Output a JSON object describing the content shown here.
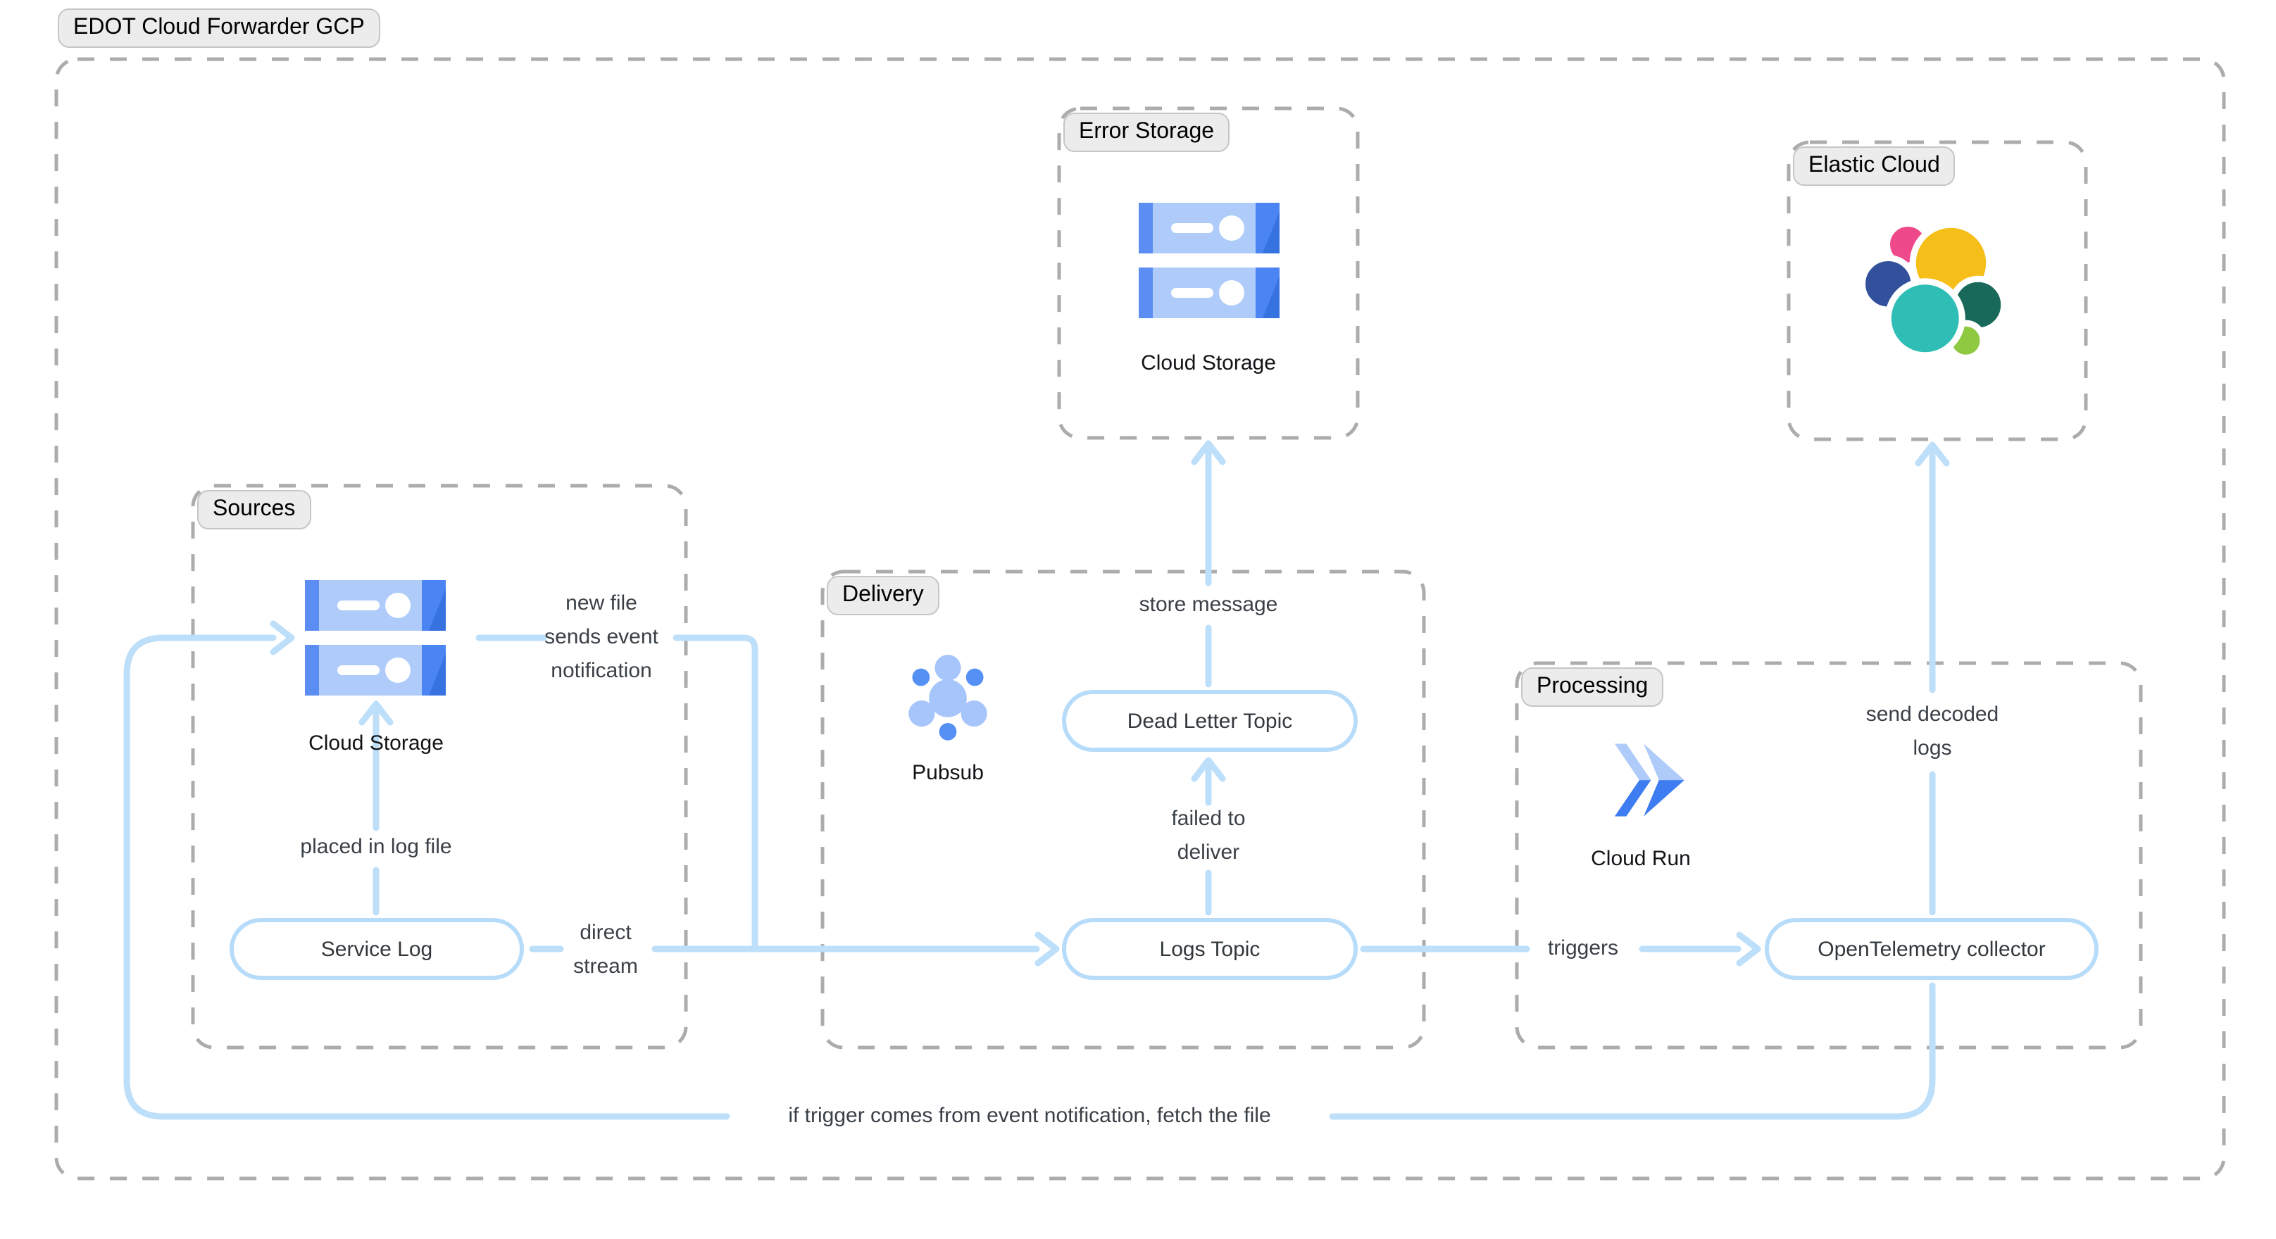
{
  "title": "EDOT Cloud Forwarder GCP",
  "groups": {
    "sources": {
      "label": "Sources"
    },
    "delivery": {
      "label": "Delivery"
    },
    "processing": {
      "label": "Processing"
    },
    "error_storage": {
      "label": "Error Storage"
    },
    "elastic_cloud": {
      "label": "Elastic Cloud"
    }
  },
  "nodes": {
    "service_log": {
      "label": "Service Log"
    },
    "logs_topic": {
      "label": "Logs Topic"
    },
    "dead_letter_topic": {
      "label": "Dead Letter Topic"
    },
    "otel_collector": {
      "label": "OpenTelemetry collector"
    },
    "sources_cloud_storage": {
      "label": "Cloud Storage"
    },
    "error_cloud_storage": {
      "label": "Cloud Storage"
    },
    "pubsub": {
      "label": "Pubsub"
    },
    "cloud_run": {
      "label": "Cloud Run"
    }
  },
  "edges": {
    "placed_in_log_file": {
      "lines": [
        "placed in log file"
      ]
    },
    "new_file_notification": {
      "lines": [
        "new file",
        "sends event",
        "notification"
      ]
    },
    "direct_stream": {
      "lines": [
        "direct",
        "stream"
      ]
    },
    "store_message": {
      "lines": [
        "store message"
      ]
    },
    "failed_to_deliver": {
      "lines": [
        "failed to",
        "deliver"
      ]
    },
    "triggers": {
      "lines": [
        "triggers"
      ]
    },
    "send_decoded_logs": {
      "lines": [
        "send decoded",
        "logs"
      ]
    },
    "fetch_file": {
      "lines": [
        "if trigger comes from event notification, fetch the file"
      ]
    }
  },
  "colors": {
    "connector_blue": "#bddffa",
    "node_border_blue": "#b7dcfa",
    "dashed_box_gray": "#acacac",
    "label_pill_bg": "#ececec",
    "gcp_blue": "#4285f4",
    "gcp_blue_light": "#aecbfa",
    "gcp_blue_medium": "#5b8df3",
    "elastic_yellow": "#f6be19",
    "elastic_pink": "#ee4a8b",
    "elastic_navy": "#32509c",
    "elastic_teal": "#2ebeb5",
    "elastic_dark_green": "#19695b",
    "elastic_light_green": "#8fc841"
  }
}
